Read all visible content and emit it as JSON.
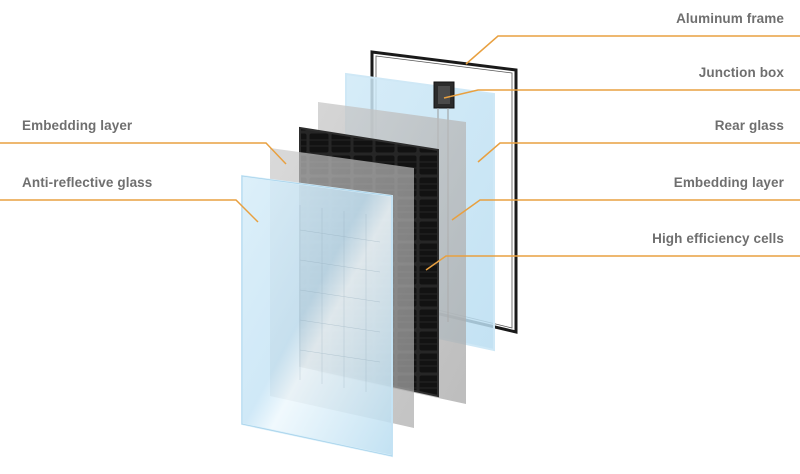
{
  "labels": {
    "aluminum_frame": "Aluminum frame",
    "junction_box": "Junction box",
    "rear_glass": "Rear glass",
    "embedding_layer_right": "Embedding layer",
    "high_efficiency_cells": "High efficiency cells",
    "embedding_layer_left": "Embedding layer",
    "anti_reflective_glass": "Anti-reflective glass"
  },
  "colors": {
    "leader_line": "#e8a040",
    "label_text": "#6f6f6f",
    "frame": "#1a1a1a",
    "glass": "#bfe0f2",
    "embedding": "#b7b7b7",
    "cells": "#1b1b1b"
  }
}
